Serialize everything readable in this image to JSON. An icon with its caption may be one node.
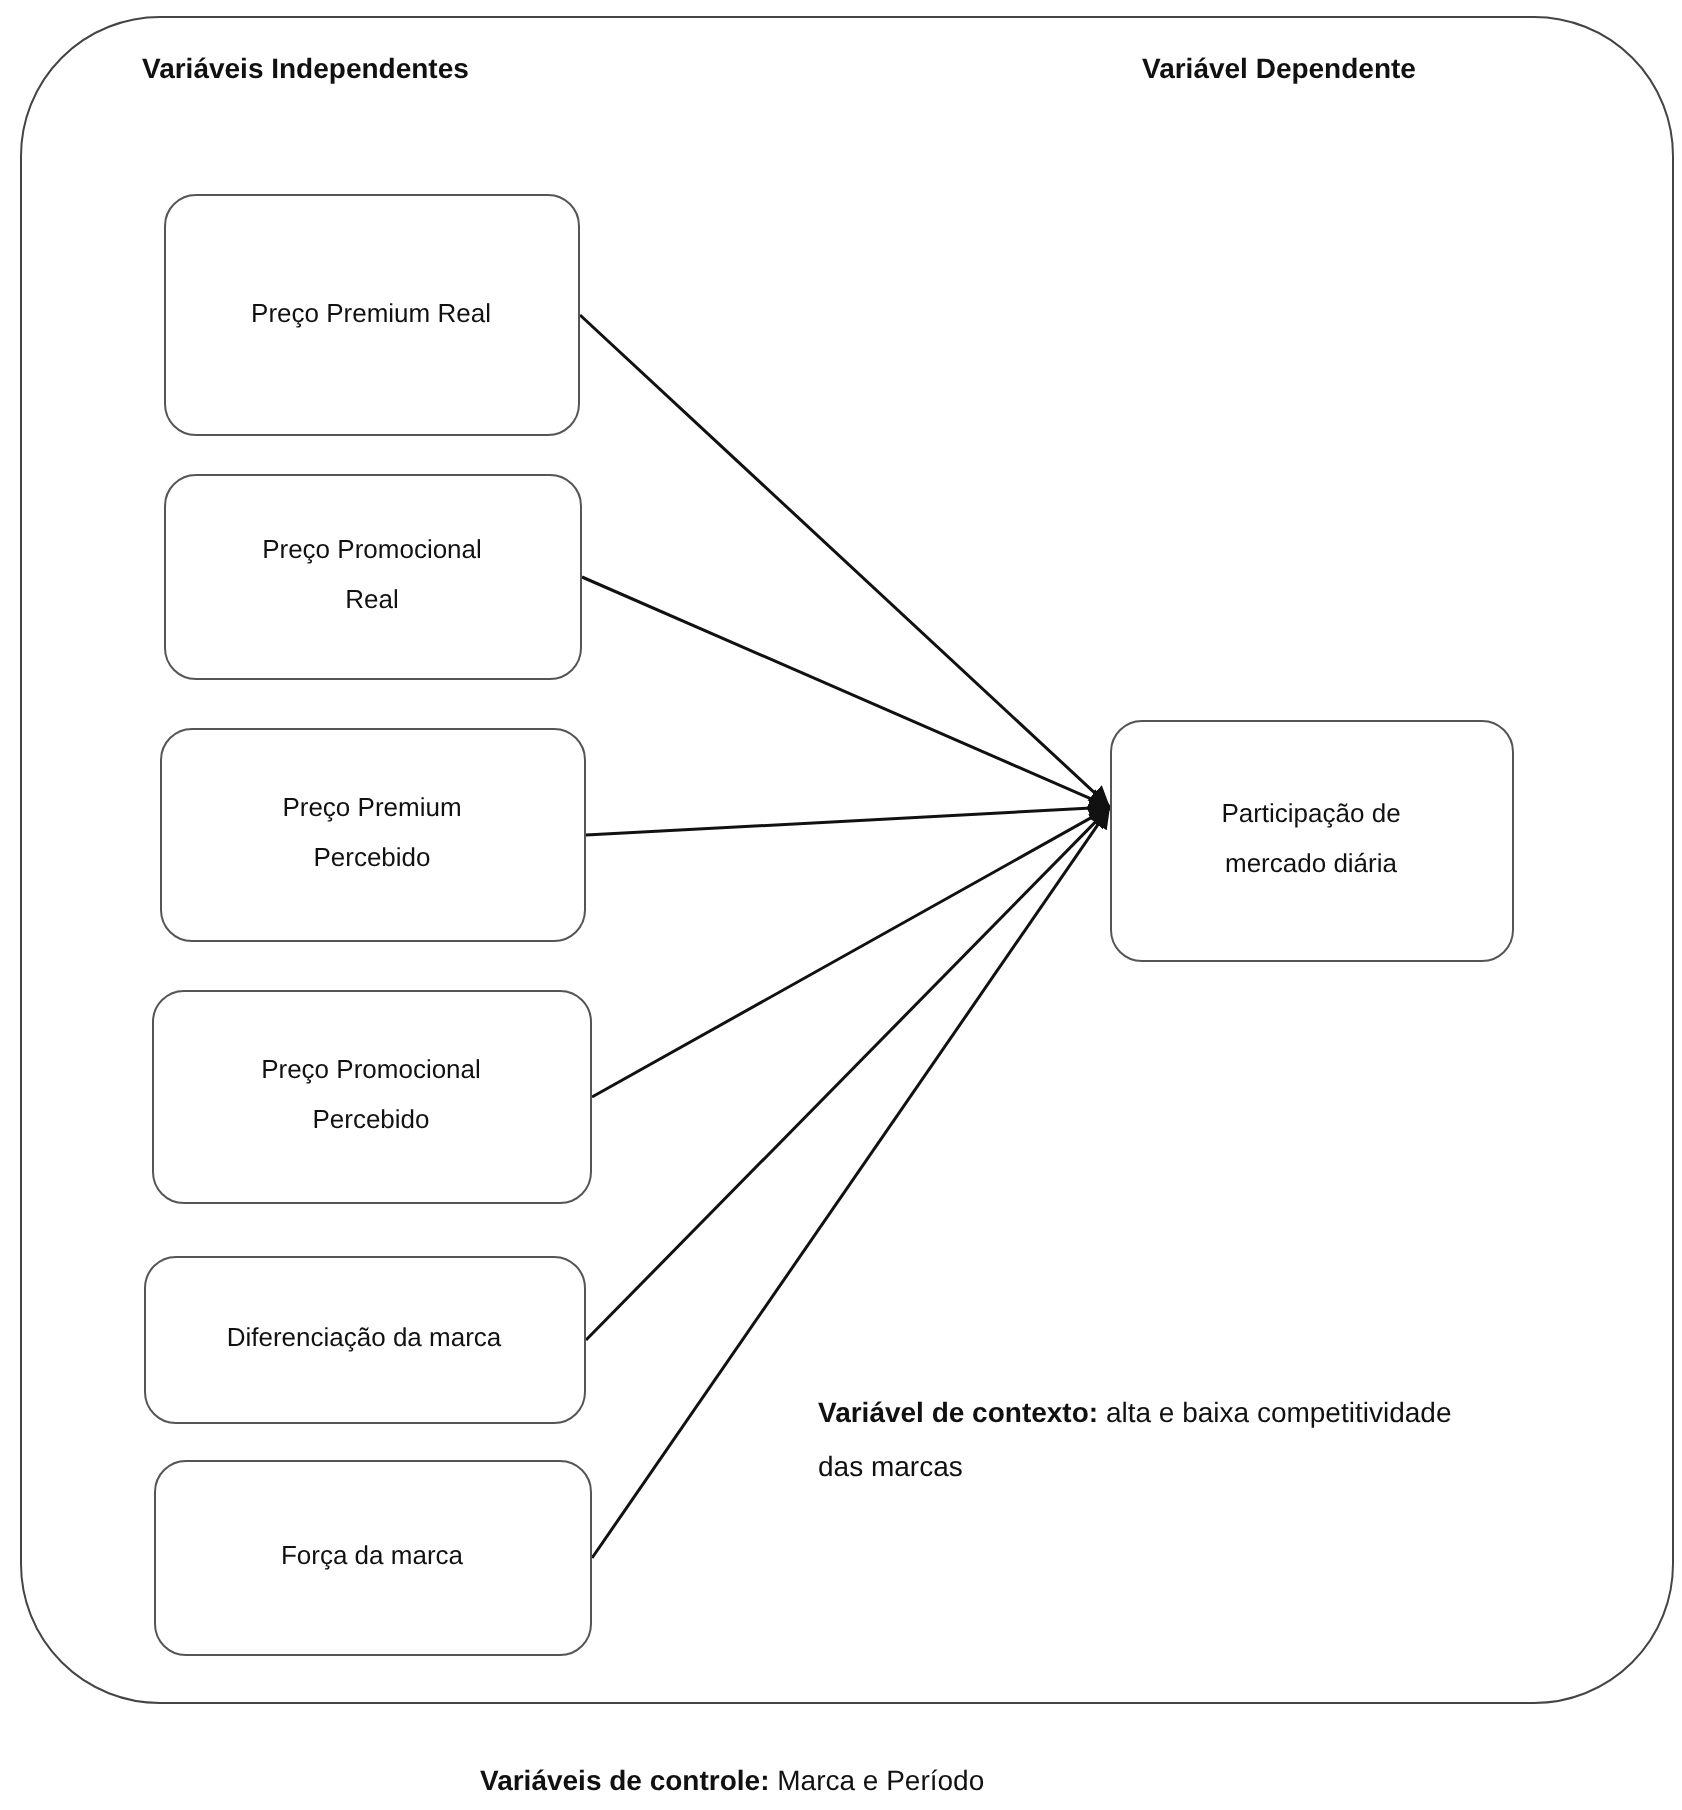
{
  "diagram": {
    "nodes": [
      {
        "text": [
          "Variáveis Independentes",
          "Variável Dependente",
          "**Variável de contexto:** alta e baixa competitividade das marcas"
        ]
      },
      {
        "text": [
          "Preço Premium Real"
        ],
        "in": 0
      },
      {
        "text": [
          "Preço Promocional Real"
        ],
        "in": 0
      },
      {
        "text": [
          "Preço Premium Percebido"
        ],
        "in": 0
      },
      {
        "text": [
          "Preço Promocional Percebido"
        ],
        "in": 0
      },
      {
        "text": [
          "Diferenciação da marca"
        ],
        "in": 0
      },
      {
        "text": [
          "Força da marca"
        ],
        "in": 0
      },
      {
        "text": [
          "Participação de mercado diária"
        ],
        "in": 0
      }
    ],
    "edges": [
      {
        "from": 1,
        "to": 7,
        "arrow": "to"
      },
      {
        "from": 2,
        "to": 7,
        "arrow": "to"
      },
      {
        "from": 3,
        "to": 7,
        "arrow": "to"
      },
      {
        "from": 4,
        "to": 7,
        "arrow": "to"
      },
      {
        "from": 5,
        "to": 7,
        "arrow": "to"
      },
      {
        "from": 6,
        "to": 7,
        "arrow": "to"
      }
    ],
    "labels": [
      "**Variáveis de controle:** Marca e Período"
    ]
  }
}
